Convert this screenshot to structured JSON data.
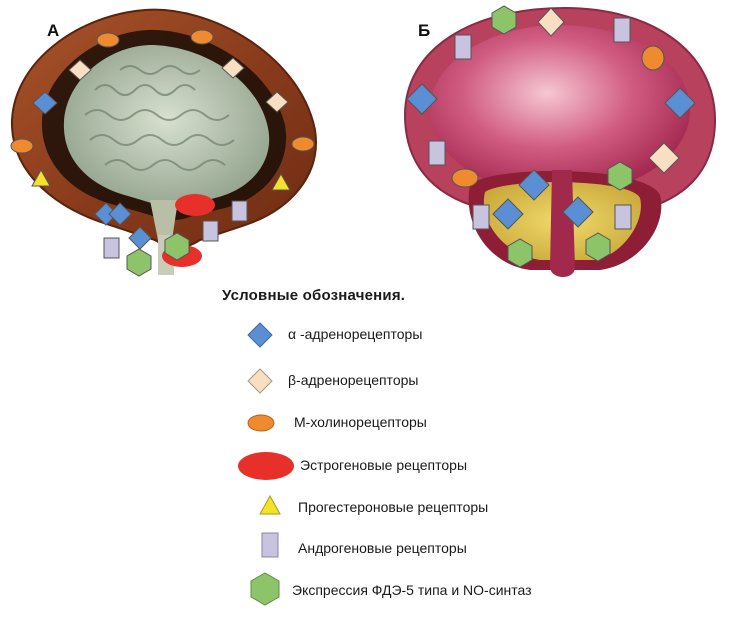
{
  "panels": {
    "a_label": "А",
    "b_label": "Б"
  },
  "legend": {
    "title": "Условные  обозначения.",
    "items": [
      {
        "icon": "blue-diamond-icon",
        "color": "#5b8fd4",
        "label": "α -адренорецепторы"
      },
      {
        "icon": "beige-diamond-icon",
        "color": "#f9dfc2",
        "label": "β-адренорецепторы"
      },
      {
        "icon": "orange-oval-icon",
        "color": "#ef8a2f",
        "label": "М-холинорецепторы"
      },
      {
        "icon": "red-oval-icon",
        "color": "#e8302a",
        "label": "Эстрогеновые  рецепторы"
      },
      {
        "icon": "yellow-triangle-icon",
        "color": "#f4e22a",
        "label": "Прогестероновые рецепторы"
      },
      {
        "icon": "lavender-square-icon",
        "color": "#c8c4e0",
        "label": "Андрогеновые рецепторы"
      },
      {
        "icon": "green-hexagon-icon",
        "color": "#8dc46a",
        "label": "Экспрессия ФДЭ-5 типа  и NO-синтаз"
      }
    ]
  }
}
